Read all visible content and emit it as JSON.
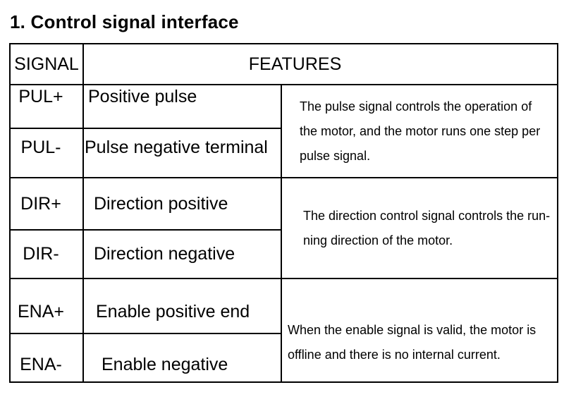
{
  "page": {
    "title": "1. Control signal interface"
  },
  "table": {
    "headers": {
      "signal": "SIGNAL",
      "features": "FEATURES"
    },
    "groups": [
      {
        "rows": [
          {
            "signal": "PUL+",
            "feature": "Positive pulse"
          },
          {
            "signal": "PUL-",
            "feature": "Pulse negative terminal"
          }
        ],
        "description": "The pulse signal controls the operation of\nthe motor, and the motor runs one step per\npulse signal."
      },
      {
        "rows": [
          {
            "signal": "DIR+",
            "feature": "Direction positive"
          },
          {
            "signal": "DIR-",
            "feature": "Direction negative"
          }
        ],
        "description": "The direction control signal controls the run-\nning direction of the motor."
      },
      {
        "rows": [
          {
            "signal": "ENA+",
            "feature": "Enable positive end"
          },
          {
            "signal": "ENA-",
            "feature": "Enable negative"
          }
        ],
        "description": "When the enable signal is valid, the motor is\noffline and there is no internal current."
      }
    ]
  },
  "colors": {
    "text": "#000000",
    "border": "#000000",
    "background": "#ffffff"
  }
}
